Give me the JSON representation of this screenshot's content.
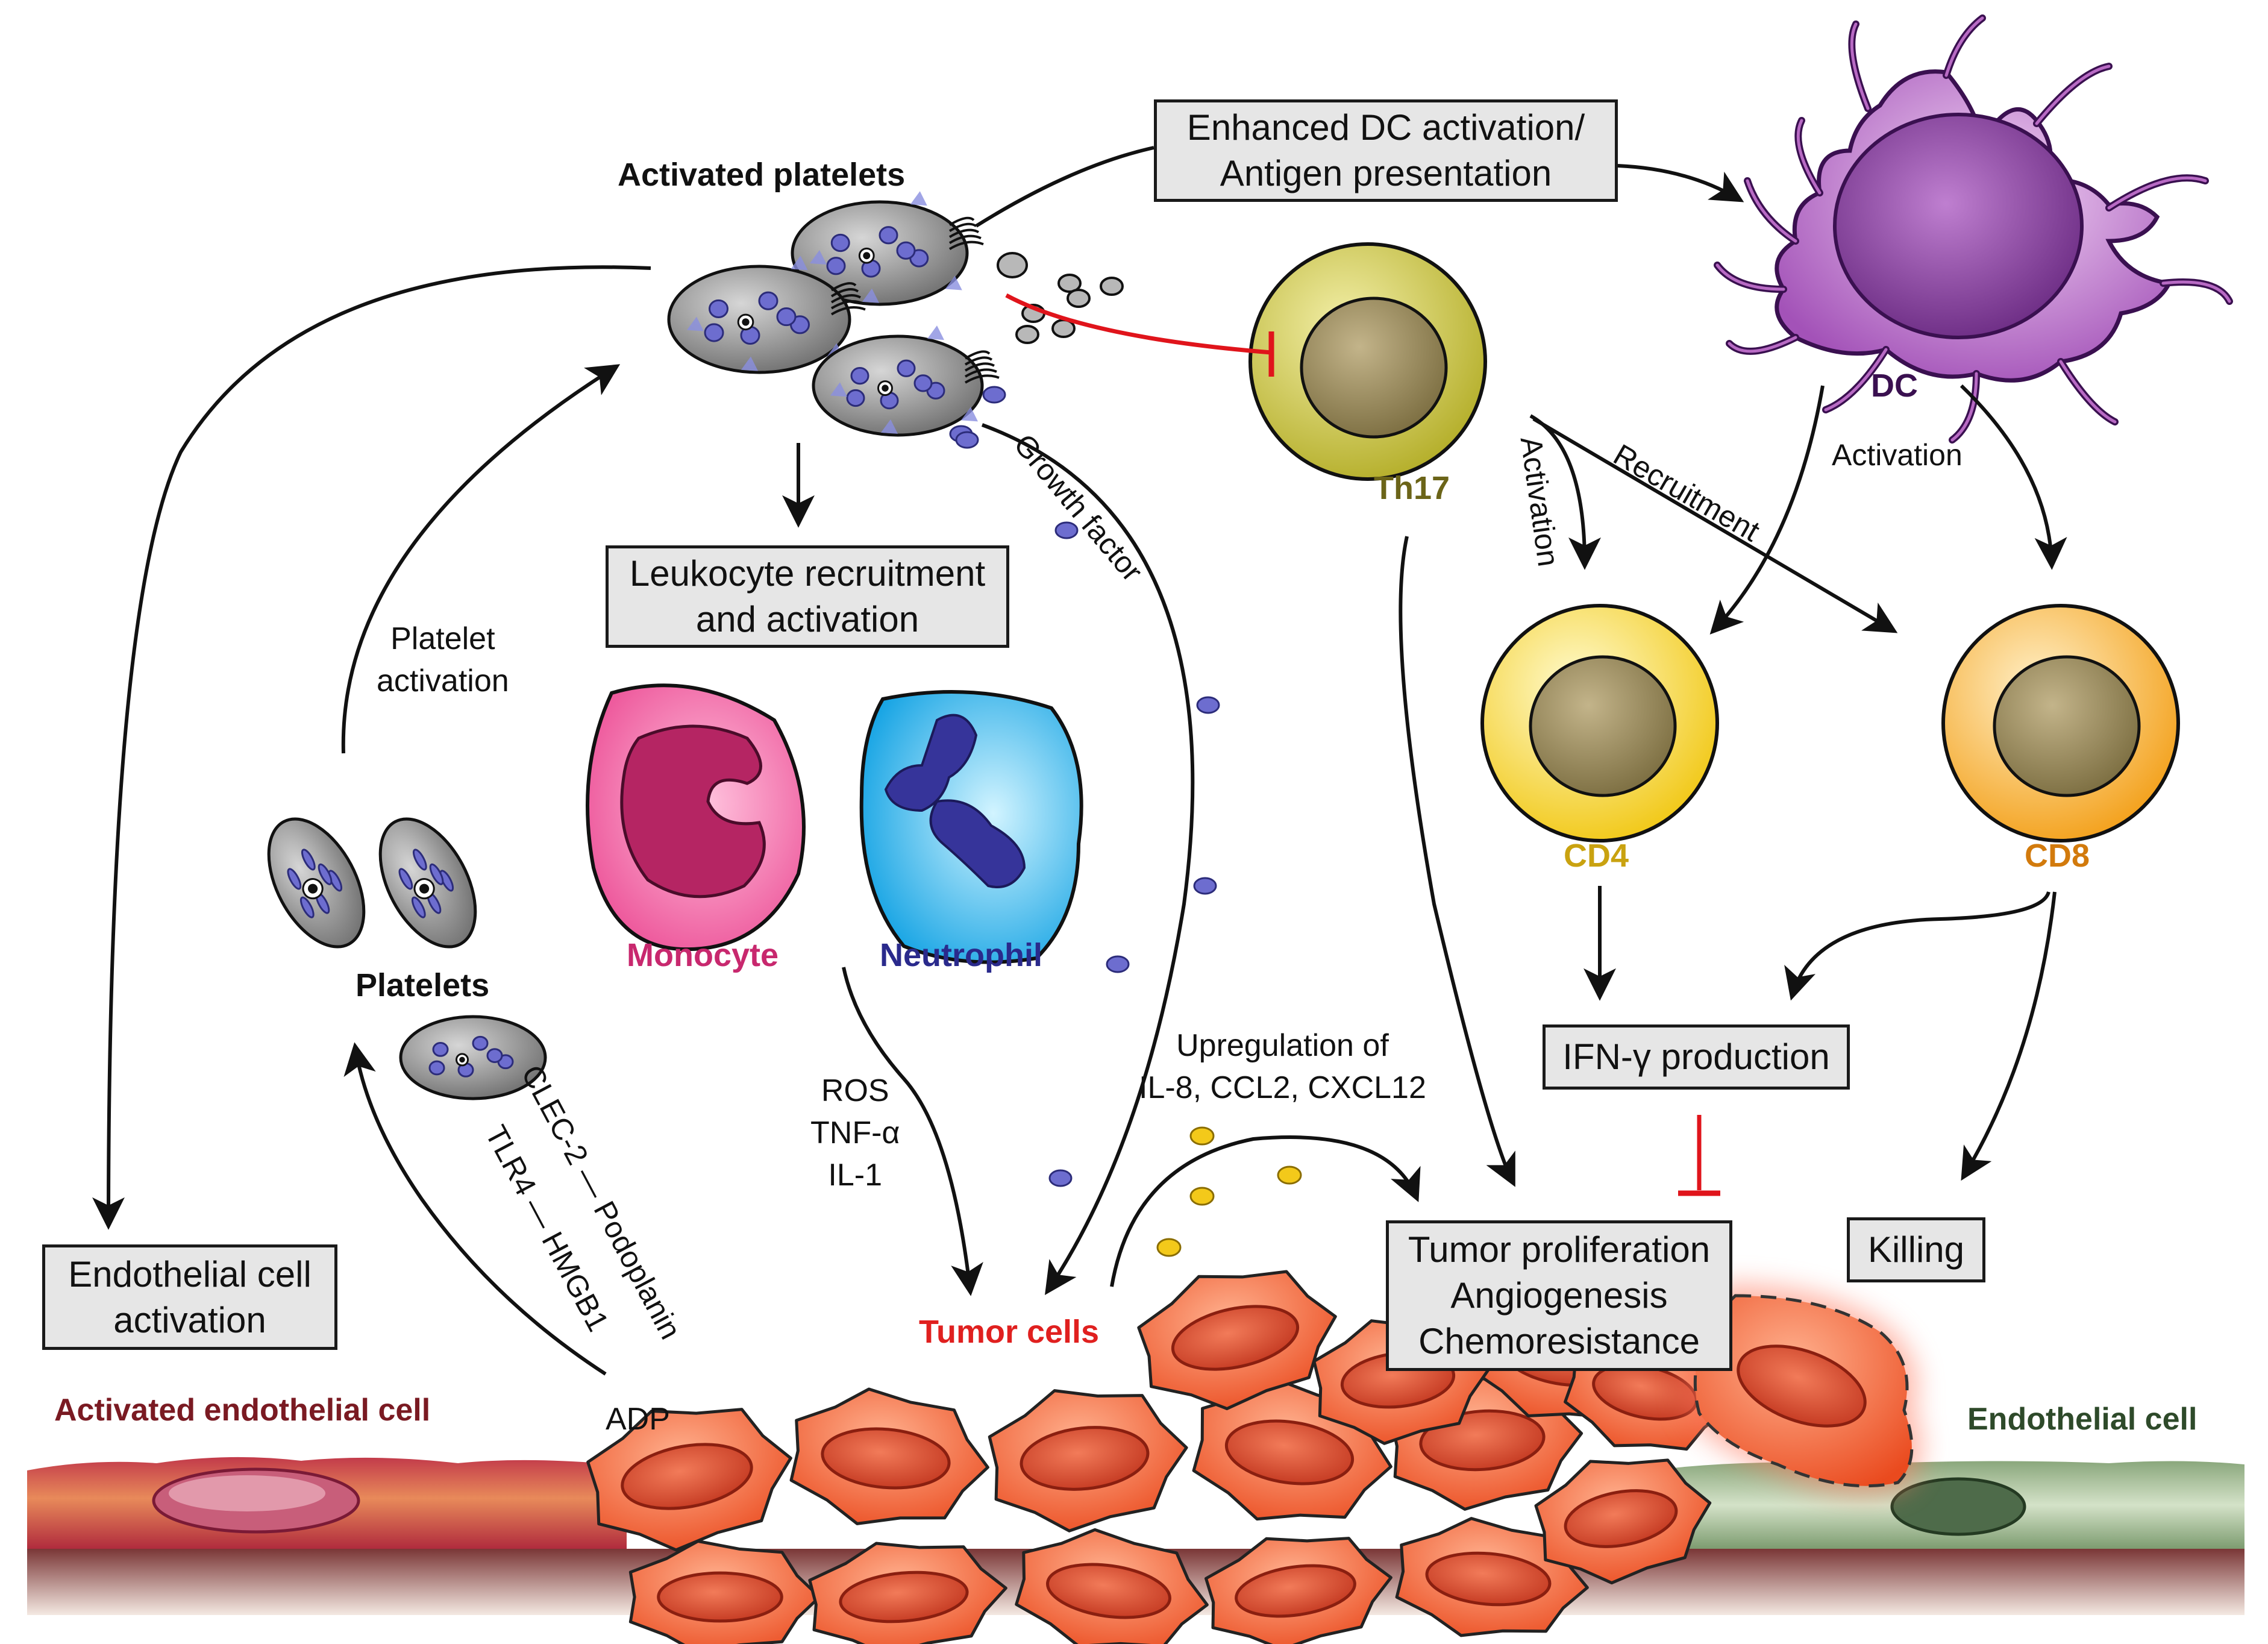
{
  "boxes": {
    "dc_activation": [
      "Enhanced DC activation/",
      "Antigen presentation"
    ],
    "leukocyte": [
      "Leukocyte recruitment",
      "and activation"
    ],
    "ifn": [
      "IFN-γ production"
    ],
    "tumor_effects": [
      "Tumor proliferation",
      "Angiogenesis",
      "Chemoresistance"
    ],
    "killing": [
      "Killing"
    ],
    "endothelial_activation": [
      "Endothelial cell",
      "activation"
    ]
  },
  "labels": {
    "activated_platelets": "Activated platelets",
    "platelets": "Platelets",
    "monocyte": "Monocyte",
    "neutrophil": "Neutrophil",
    "dc": "DC",
    "th17": "Th17",
    "cd4": "CD4",
    "cd8": "CD8",
    "tumor_cells": "Tumor cells",
    "activated_endothelial_cell": "Activated endothelial cell",
    "endothelial_cell": "Endothelial cell",
    "adp": "ADP",
    "platelet_activation_1": "Platelet",
    "platelet_activation_2": "activation",
    "growth_factor": "Growth factor",
    "activation_th17": "Activation",
    "recruitment": "Recruitment",
    "activation_dc": "Activation",
    "ros_1": "ROS",
    "ros_2": "TNF-α",
    "ros_3": "IL-1",
    "upregulation_1": "Upregulation of",
    "upregulation_2": "IL-8, CCL2, CXCL12",
    "clec2": "CLEC-2 — Podoplanin",
    "tlr4": "TLR4 — HMGB1"
  },
  "colors": {
    "text": "#111111",
    "inhibit": "#e0141b",
    "monocyte_label": "#c8286e",
    "neutrophil_label": "#2a2a8c",
    "dc_label": "#3a1050",
    "th17_label": "#6b6418",
    "cd4_label": "#c9a210",
    "cd8_label": "#d27a0c",
    "tumor_label": "#e0201f",
    "activated_endo_label": "#7a1a22",
    "endo_label": "#2e4a2a",
    "tumor_cell": "#f0623a",
    "platelet": "#9b9b9b",
    "dc_cell": "#b86ac4",
    "th17_cell": "#c8c23c",
    "cd4_cell": "#f5d233",
    "cd8_cell": "#f7b331"
  }
}
